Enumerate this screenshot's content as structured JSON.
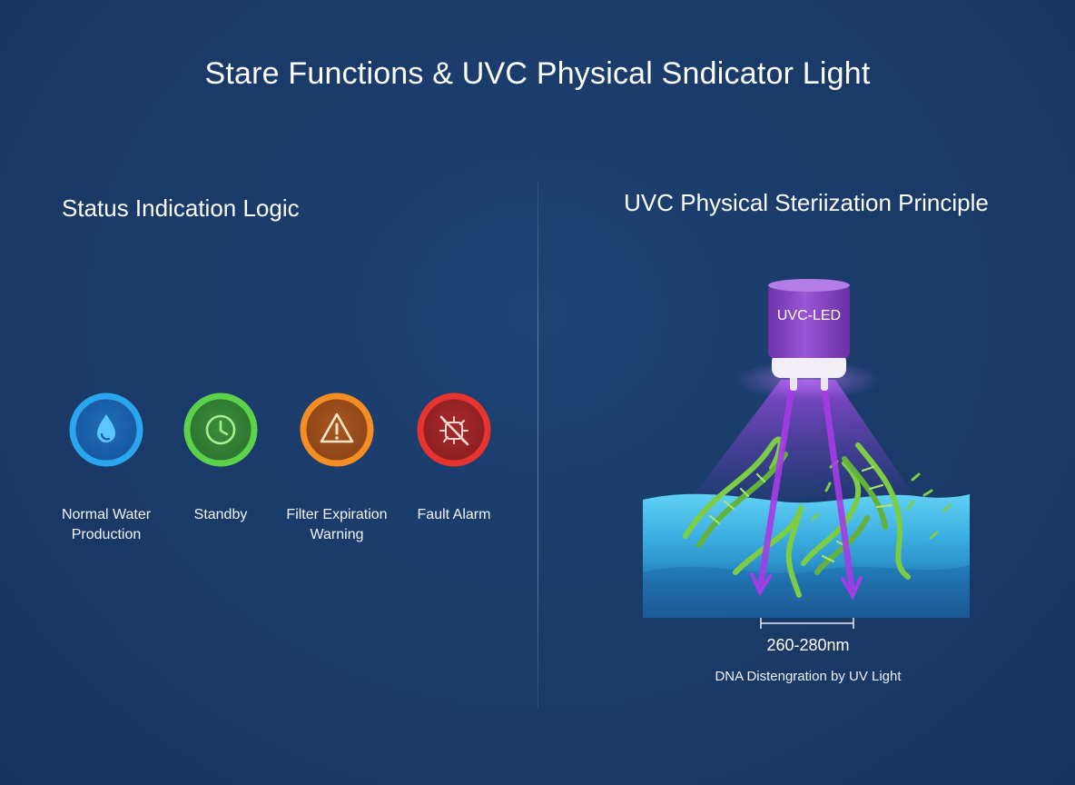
{
  "title": "Stare Functions & UVC Physical Sndicator Light",
  "left_section": {
    "title": "Status Indication Logic",
    "statuses": [
      {
        "label_line1": "Normal Water",
        "label_line2": "Production",
        "icon": "water-drop-icon",
        "color": "#2a9ee8"
      },
      {
        "label_line1": "Standby",
        "label_line2": "",
        "icon": "clock-icon",
        "color": "#4cc23d"
      },
      {
        "label_line1": "Filter Expiration",
        "label_line2": "Warning",
        "icon": "warning-triangle-icon",
        "color": "#f28a1e"
      },
      {
        "label_line1": "Fault Alarm",
        "label_line2": "",
        "icon": "no-bacteria-icon",
        "color": "#e2312b"
      }
    ]
  },
  "right_section": {
    "title": "UVC Physical Steriization Principle",
    "led_label": "UVC-LED",
    "wavelength": "260-280nm",
    "caption": "DNA Distengration by UV Light",
    "led_color": "#8e4bc8",
    "beam_color": "#a03ee0",
    "water_color": "#3ab4e8",
    "dna_color": "#7ccd44"
  }
}
